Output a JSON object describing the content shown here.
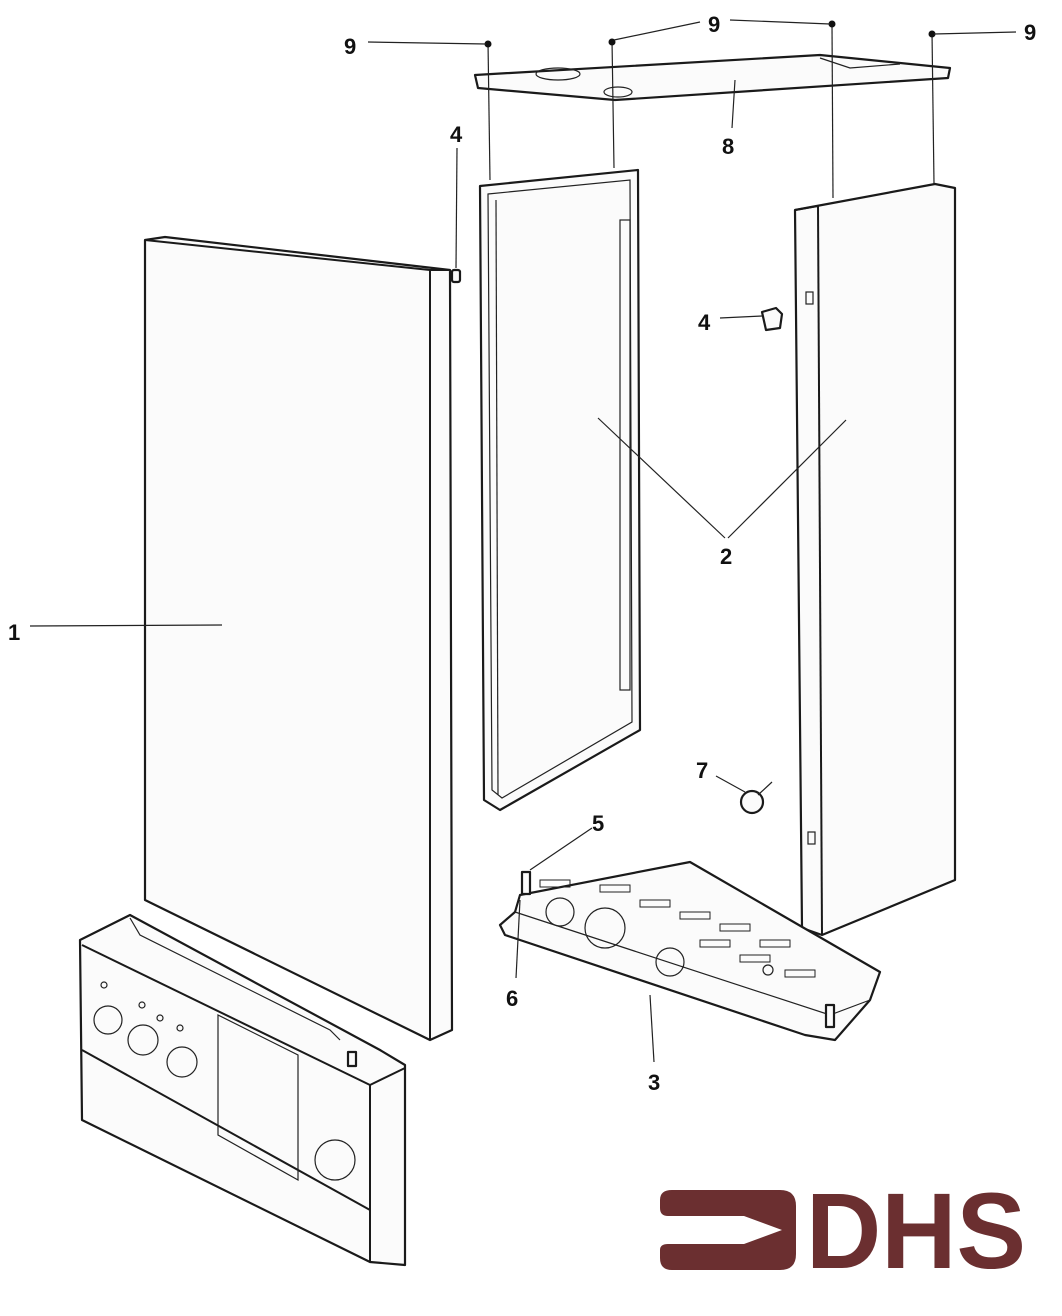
{
  "diagram": {
    "labels": {
      "screw_top_left": "9",
      "screw_top_center": "9",
      "screw_top_right": "9",
      "top_plate": "8",
      "clip_left": "4",
      "clip_right": "4",
      "side_panels": "2",
      "front_panel": "1",
      "part_7": "7",
      "part_5": "5",
      "part_6": "6",
      "base_tray": "3"
    },
    "logo": {
      "text": "DHS",
      "color": "#6b2f30"
    }
  }
}
